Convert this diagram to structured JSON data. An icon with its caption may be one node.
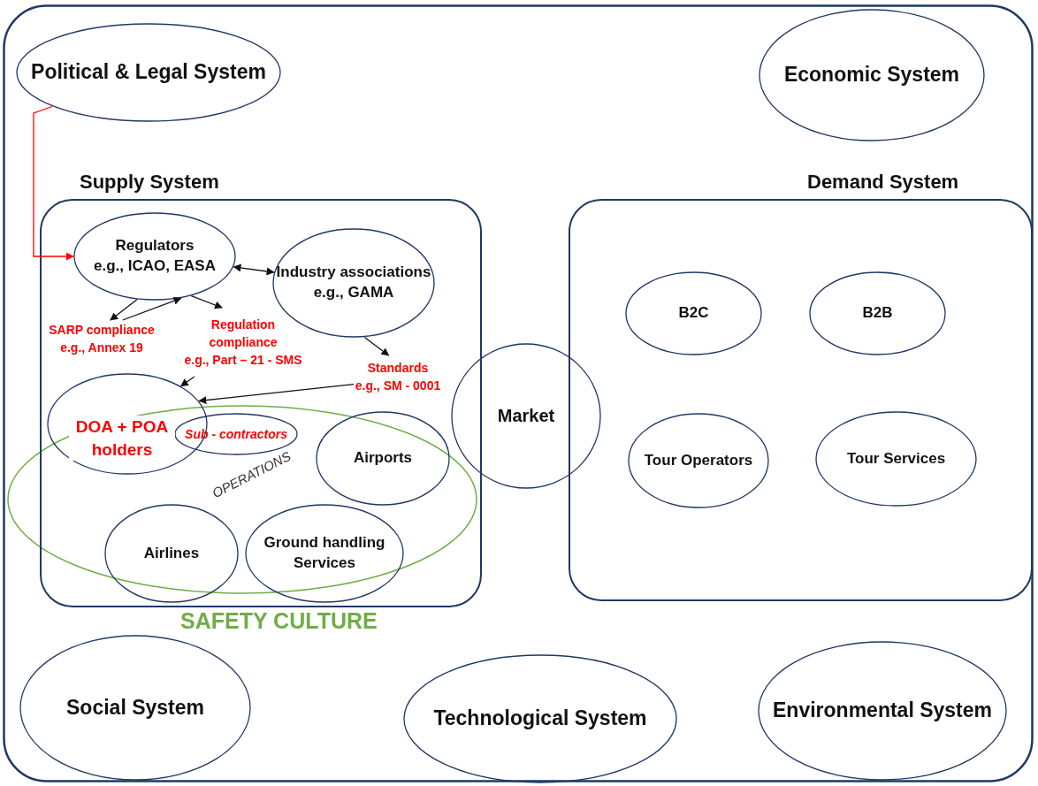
{
  "diagram": {
    "nodes": [
      {
        "text": [],
        "shape": "box"
      },
      {
        "text": [
          "Political & Legal System"
        ],
        "in": 0
      },
      {
        "text": [
          "Economic System"
        ],
        "in": 0
      },
      {
        "text": [
          "Supply System"
        ],
        "in": 0
      },
      {
        "text": [
          "Regulators",
          "e.g., ICAO, EASA"
        ],
        "in": 3
      },
      {
        "text": [
          "Industry associations",
          "e.g., GAMA"
        ],
        "in": 3
      },
      {
        "text": [
          "SARP compliance",
          "e.g., Annex 19"
        ],
        "in": 3
      },
      {
        "text": [
          "Regulation compliance",
          "e.g., Part – 21 - SMS"
        ],
        "in": 3
      },
      {
        "text": [
          "Standards",
          "e.g., SM - 0001"
        ],
        "in": 3
      },
      {
        "text": [
          "OPERATIONS",
          "SAFETY CULTURE"
        ],
        "in": 0
      },
      {
        "text": [
          "DOA + POA holders"
        ],
        "in": 3
      },
      {
        "text": [
          "Sub - contractors"
        ],
        "in": 9
      },
      {
        "text": [
          "Airports"
        ],
        "in": 9
      },
      {
        "text": [
          "Airlines"
        ],
        "in": 3
      },
      {
        "text": [
          "Ground handling Services"
        ],
        "in": 3
      },
      {
        "text": [
          "Market"
        ],
        "in": 0
      },
      {
        "text": [
          "Demand System"
        ],
        "in": 0
      },
      {
        "text": [
          "B2C"
        ],
        "in": 16
      },
      {
        "text": [
          "B2B"
        ],
        "in": 16
      },
      {
        "text": [
          "Tour Operators"
        ],
        "in": 16
      },
      {
        "text": [
          "Tour Services"
        ],
        "in": 16
      },
      {
        "text": [
          "Social System"
        ],
        "in": 0
      },
      {
        "text": [
          "Technological System"
        ],
        "in": 0
      },
      {
        "text": [
          "Environmental System"
        ],
        "in": 0
      }
    ],
    "edges": [
      {
        "from": 1,
        "to": 4,
        "arrow": "to",
        "color": "#ff0000"
      },
      {
        "from": 4,
        "to": 5,
        "arrow": "both"
      },
      {
        "from": 4,
        "to": 6,
        "arrow": "to"
      },
      {
        "from": 6,
        "to": 4,
        "arrow": "to"
      },
      {
        "from": 4,
        "to": 7,
        "arrow": "to"
      },
      {
        "from": 5,
        "to": 8,
        "arrow": "to"
      },
      {
        "from": 7,
        "to": 10,
        "arrow": "to"
      },
      {
        "from": 8,
        "to": 10,
        "arrow": "to"
      }
    ]
  }
}
